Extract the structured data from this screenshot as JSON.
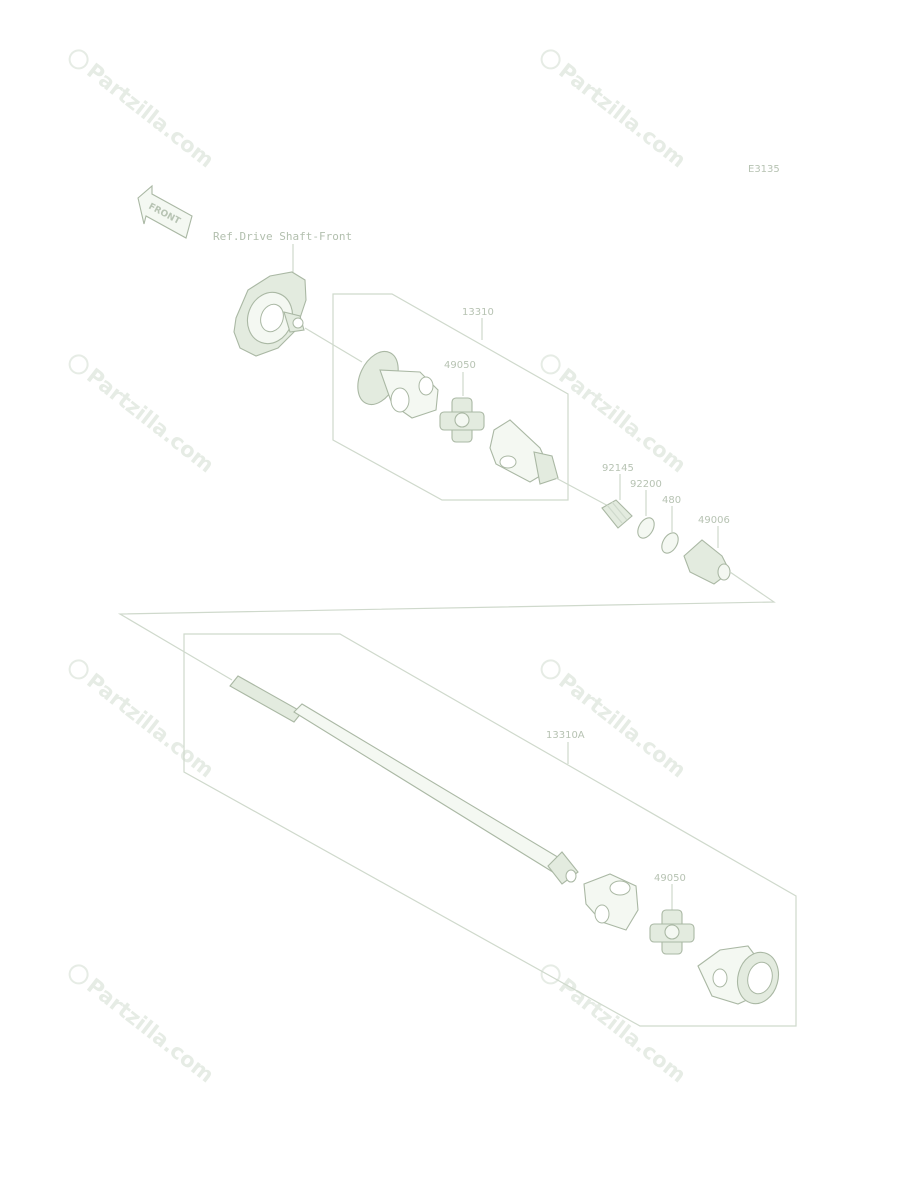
{
  "diagram_code": "E3135",
  "front_arrow": {
    "label": "FRONT"
  },
  "ref_label": "Ref.Drive Shaft-Front",
  "callouts": [
    {
      "id": "c-13310",
      "text": "13310"
    },
    {
      "id": "c-49050-a",
      "text": "49050"
    },
    {
      "id": "c-92145",
      "text": "92145"
    },
    {
      "id": "c-92200",
      "text": "92200"
    },
    {
      "id": "c-480",
      "text": "480"
    },
    {
      "id": "c-49006",
      "text": "49006"
    },
    {
      "id": "c-13310A",
      "text": "13310A"
    },
    {
      "id": "c-49050-b",
      "text": "49050"
    }
  ],
  "watermark": {
    "text": "Partzilla.com",
    "symbol": "©"
  }
}
